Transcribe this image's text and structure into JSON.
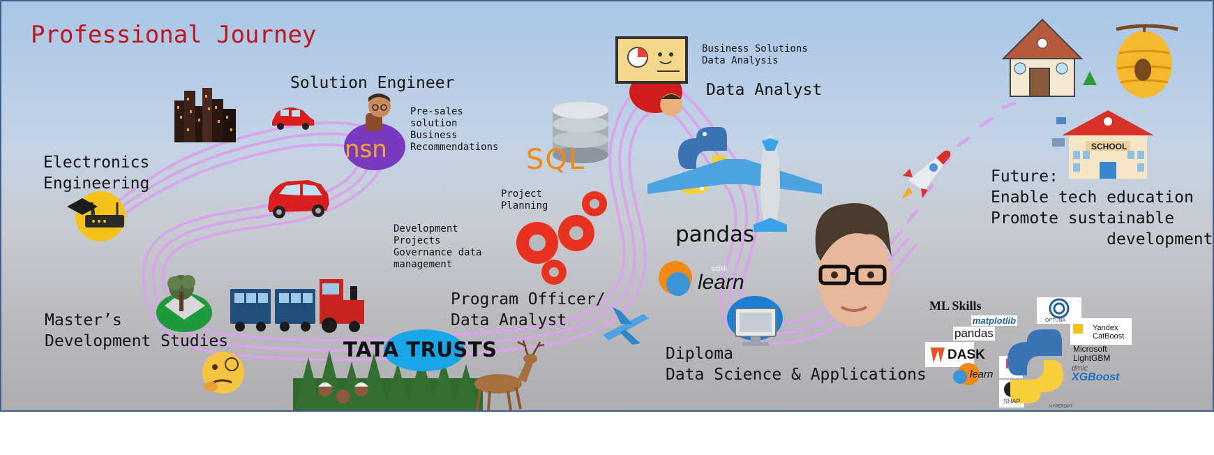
{
  "title": "Professional Journey",
  "stages": {
    "electronics": "Electronics\nEngineering",
    "solution_engineer": "Solution Engineer",
    "solution_engineer_notes": "Pre-sales\nsolution\nBusiness\nRecommendations",
    "masters": "Master’s\nDevelopment Studies",
    "development_notes": "Development\nProjects\nGovernance data\nmanagement",
    "project_planning": "Project\nPlanning",
    "program_officer": "Program Officer/\nData Analyst",
    "data_analyst": "Data Analyst",
    "data_analyst_notes": "Business Solutions\nData Analysis",
    "diploma": "Diploma\nData Science & Applications",
    "future": "Future:\nEnable tech education\nPromote sustainable\n            development"
  },
  "logos": {
    "nsn": "nsn",
    "sql": "SQL",
    "tata_trusts": "TATA TRUSTS",
    "pandas": "pandas",
    "scikit_small": "scikit",
    "learn": "learn",
    "school": "SCHOOL"
  },
  "ml_skills": {
    "heading": "ML Skills",
    "libraries": {
      "matplotlib": "matplotlib",
      "pandas": "pandas",
      "dask": "DASK",
      "learn": "learn",
      "shap": "SHAP",
      "hyperopt": "HYPEROPT",
      "optuna": "OPTUNA",
      "catboost": "Yandex\nCatBoost",
      "lightgbm": "Microsoft\nLightGBM",
      "dmlc": "dmlc",
      "xgboost": "XGBoost"
    }
  },
  "colors": {
    "title": "#c0161b",
    "road": "#d7a6ea",
    "border": "#3e5f8e",
    "sql": "#f08a14",
    "gear": "#e8321f"
  },
  "icons": [
    "city-icon",
    "car-icon",
    "person-avatar-icon",
    "router-graduation-icon",
    "tree-badge-icon",
    "train-icon",
    "thinking-face-icon",
    "forest-icon",
    "deer-icon",
    "database-icon",
    "gears-icon",
    "presentation-board-icon",
    "python-icon",
    "airplane-icon",
    "monitor-icon",
    "memoji-avatar-icon",
    "rocket-icon",
    "school-icon",
    "house-icon",
    "beehive-icon"
  ]
}
